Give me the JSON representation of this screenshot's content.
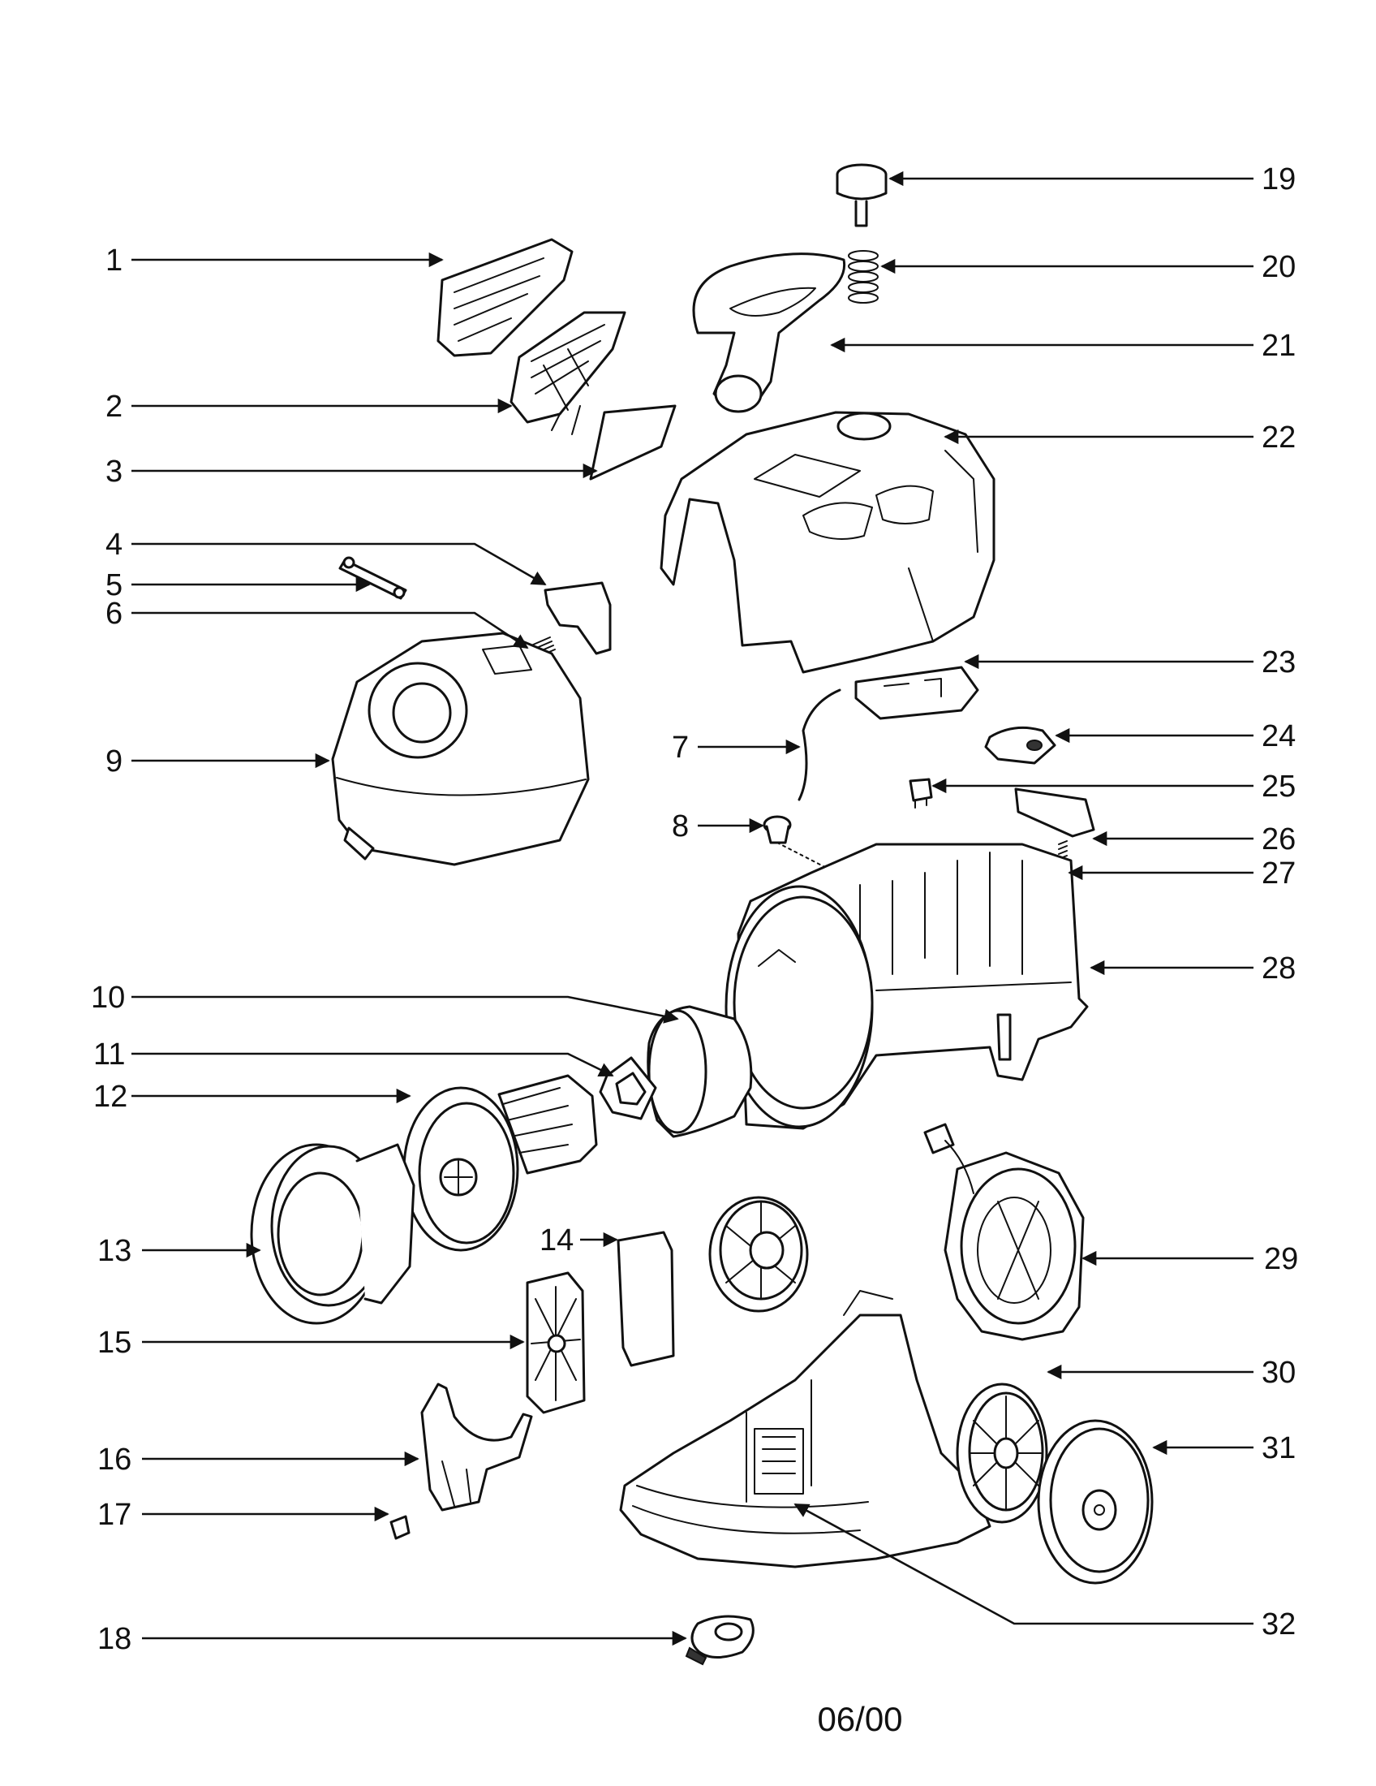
{
  "diagram": {
    "footer_code": "06/00",
    "labels": {
      "p1": "1",
      "p2": "2",
      "p3": "3",
      "p4": "4",
      "p5": "5",
      "p6": "6",
      "p7": "7",
      "p8": "8",
      "p9": "9",
      "p10": "10",
      "p11": "11",
      "p12": "12",
      "p13": "13",
      "p14": "14",
      "p15": "15",
      "p16": "16",
      "p17": "17",
      "p18": "18",
      "p19": "19",
      "p20": "20",
      "p21": "21",
      "p22": "22",
      "p23": "23",
      "p24": "24",
      "p25": "25",
      "p26": "26",
      "p27": "27",
      "p28": "28",
      "p29": "29",
      "p30": "30",
      "p31": "31",
      "p32": "32"
    }
  }
}
